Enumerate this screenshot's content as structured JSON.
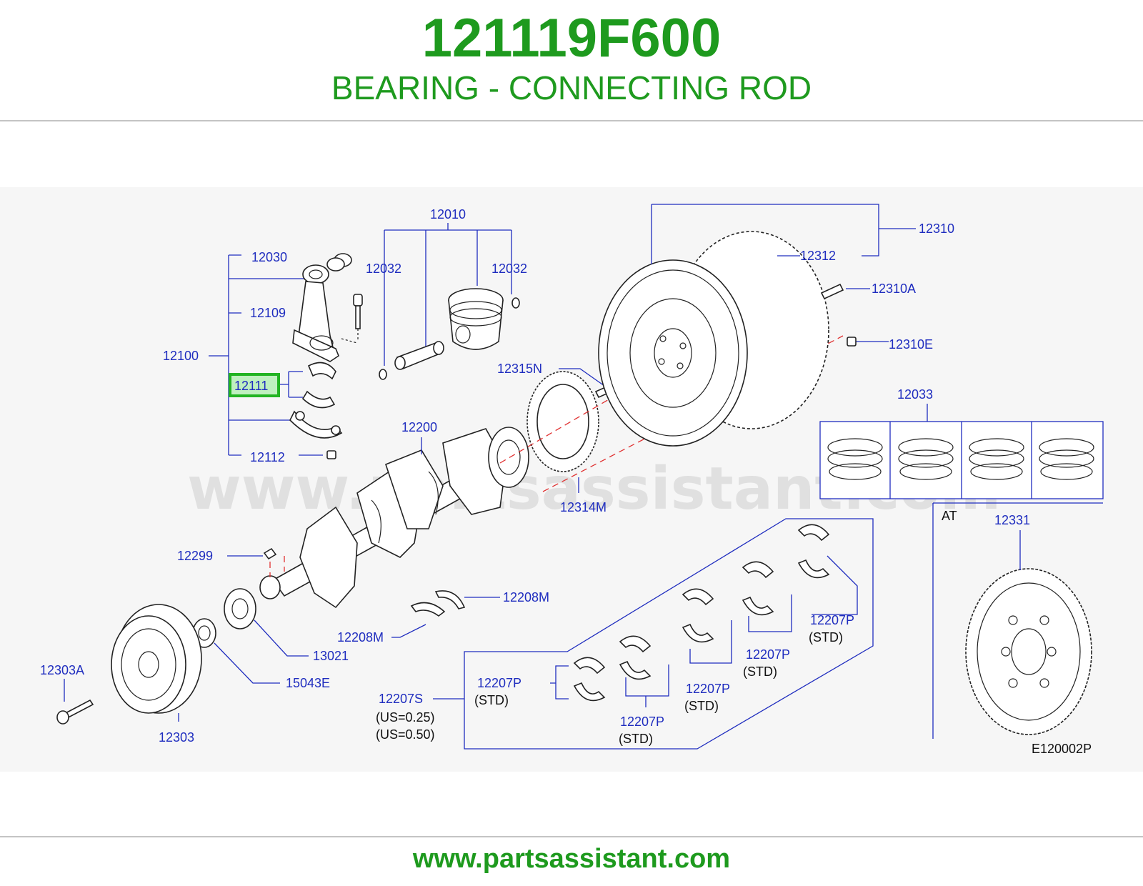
{
  "header": {
    "part_number": "121119F600",
    "description": "BEARING - CONNECTING ROD"
  },
  "footer": {
    "url": "www.partsassistant.com"
  },
  "diagram": {
    "watermark": "www.partsassistant.com",
    "code": "E120002P",
    "highlighted_part": "12111",
    "labels": {
      "p12010": "12010",
      "p12030": "12030",
      "p12032a": "12032",
      "p12032b": "12032",
      "p12109": "12109",
      "p12100": "12100",
      "p12111": "12111",
      "p12112": "12112",
      "p12200": "12200",
      "p12315N": "12315N",
      "p12314M": "12314M",
      "p12310": "12310",
      "p12312": "12312",
      "p12310A": "12310A",
      "p12310E": "12310E",
      "p12033": "12033",
      "pAT": "AT",
      "p12331": "12331",
      "p12299": "12299",
      "p12208Ma": "12208M",
      "p12208Mb": "12208M",
      "p13021": "13021",
      "p15043E": "15043E",
      "p12303A": "12303A",
      "p12303": "12303",
      "p12207S": "12207S",
      "us025": "(US=0.25)",
      "us050": "(US=0.50)",
      "p12207P_1": "12207P",
      "std1": "(STD)",
      "p12207P_2": "12207P",
      "std2": "(STD)",
      "p12207P_3": "12207P",
      "std3": "(STD)",
      "p12207P_4": "12207P",
      "std4": "(STD)",
      "p12207P_5": "12207P",
      "std5": "(STD)"
    }
  },
  "colors": {
    "title_green": "#1e9a1e",
    "label_blue": "#1f2dbf",
    "highlight_green": "#22b422",
    "highlight_fill": "#bff0bf",
    "axis_red": "#e03030"
  }
}
